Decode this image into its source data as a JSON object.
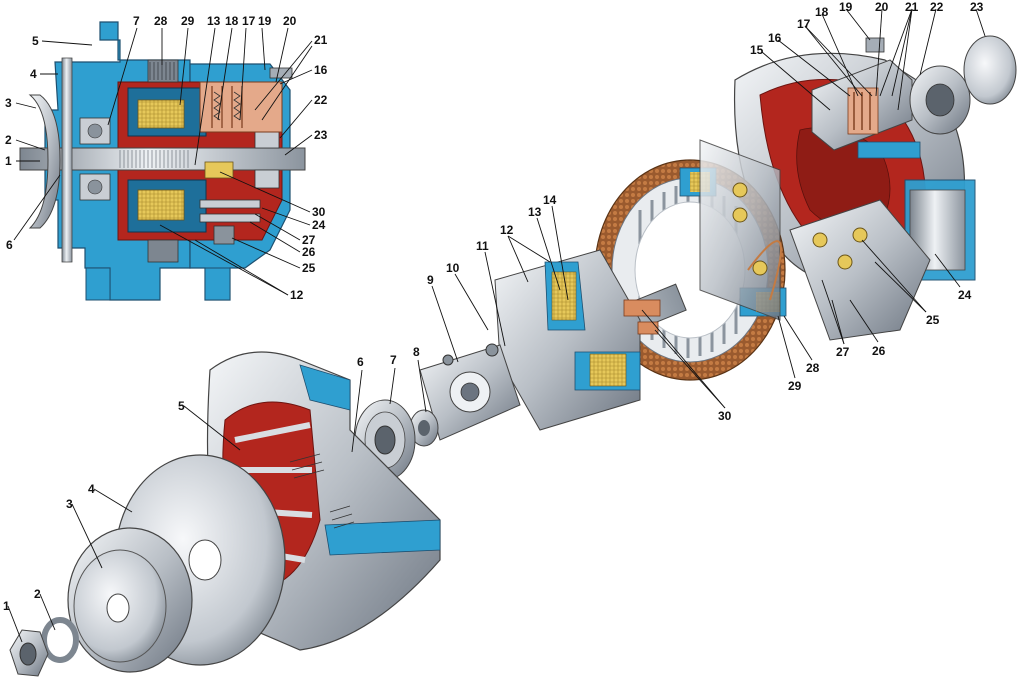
{
  "figure": {
    "callouts": {
      "section": {
        "n1": "1",
        "n2": "2",
        "n3": "3",
        "n4": "4",
        "n5": "5",
        "n6": "6",
        "n7": "7",
        "n28": "28",
        "n29": "29",
        "n13": "13",
        "n18": "18",
        "n17": "17",
        "n19": "19",
        "n20": "20",
        "n21": "21",
        "n16": "16",
        "n22": "22",
        "n23": "23",
        "n30": "30",
        "n24": "24",
        "n27": "27",
        "n26": "26",
        "n25": "25",
        "n12": "12"
      },
      "exploded": {
        "n1": "1",
        "n2": "2",
        "n3": "3",
        "n4": "4",
        "n5": "5",
        "n6": "6",
        "n7": "7",
        "n8": "8",
        "n9": "9",
        "n10": "10",
        "n11": "11",
        "n12": "12",
        "n13": "13",
        "n14": "14",
        "n30": "30",
        "n29": "29",
        "n28": "28",
        "n27": "27",
        "n26": "26",
        "n25": "25",
        "n24": "24",
        "n15": "15",
        "n16": "16",
        "n17": "17",
        "n18": "18",
        "n19": "19",
        "n20": "20",
        "n21": "21",
        "n22": "22",
        "n23": "23"
      }
    },
    "palette": {
      "housing_blue": "#2f9fd0",
      "housing_dark_blue": "#1e6f9a",
      "cast_red": "#b3261e",
      "winding_yellow": "#e6c85a",
      "copper": "#d98c5f",
      "steel_light": "#d9dde2",
      "steel_dark": "#6b7480"
    }
  }
}
